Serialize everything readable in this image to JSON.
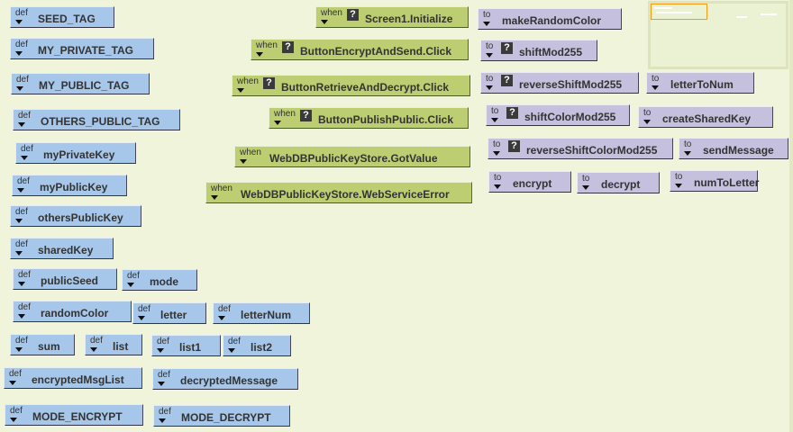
{
  "keywords": {
    "def": "def",
    "when": "when",
    "to": "to",
    "param": "?"
  },
  "def_blocks": [
    "SEED_TAG",
    "MY_PRIVATE_TAG",
    "MY_PUBLIC_TAG",
    "OTHERS_PUBLIC_TAG",
    "myPrivateKey",
    "myPublicKey",
    "othersPublicKey",
    "sharedKey",
    "publicSeed",
    "mode",
    "randomColor",
    "letter",
    "letterNum",
    "sum",
    "list",
    "list1",
    "list2",
    "encryptedMsgList",
    "decryptedMessage",
    "MODE_ENCRYPT",
    "MODE_DECRYPT"
  ],
  "when_blocks": [
    "Screen1.Initialize",
    "ButtonEncryptAndSend.Click",
    "ButtonRetrieveAndDecrypt.Click",
    "ButtonPublishPublic.Click",
    "WebDBPublicKeyStore.GotValue",
    "WebDBPublicKeyStore.WebServiceError"
  ],
  "to_blocks": [
    "makeRandomColor",
    "shiftMod255",
    "reverseShiftMod255",
    "letterToNum",
    "shiftColorMod255",
    "createSharedKey",
    "reverseShiftColorMod255",
    "sendMessage",
    "encrypt",
    "decrypt",
    "numToLetter"
  ],
  "colors": {
    "background": "#eff4da",
    "def": "#a6c7ea",
    "when": "#bccd72",
    "to": "#c4c0dd",
    "viewport": "#f39c12"
  }
}
